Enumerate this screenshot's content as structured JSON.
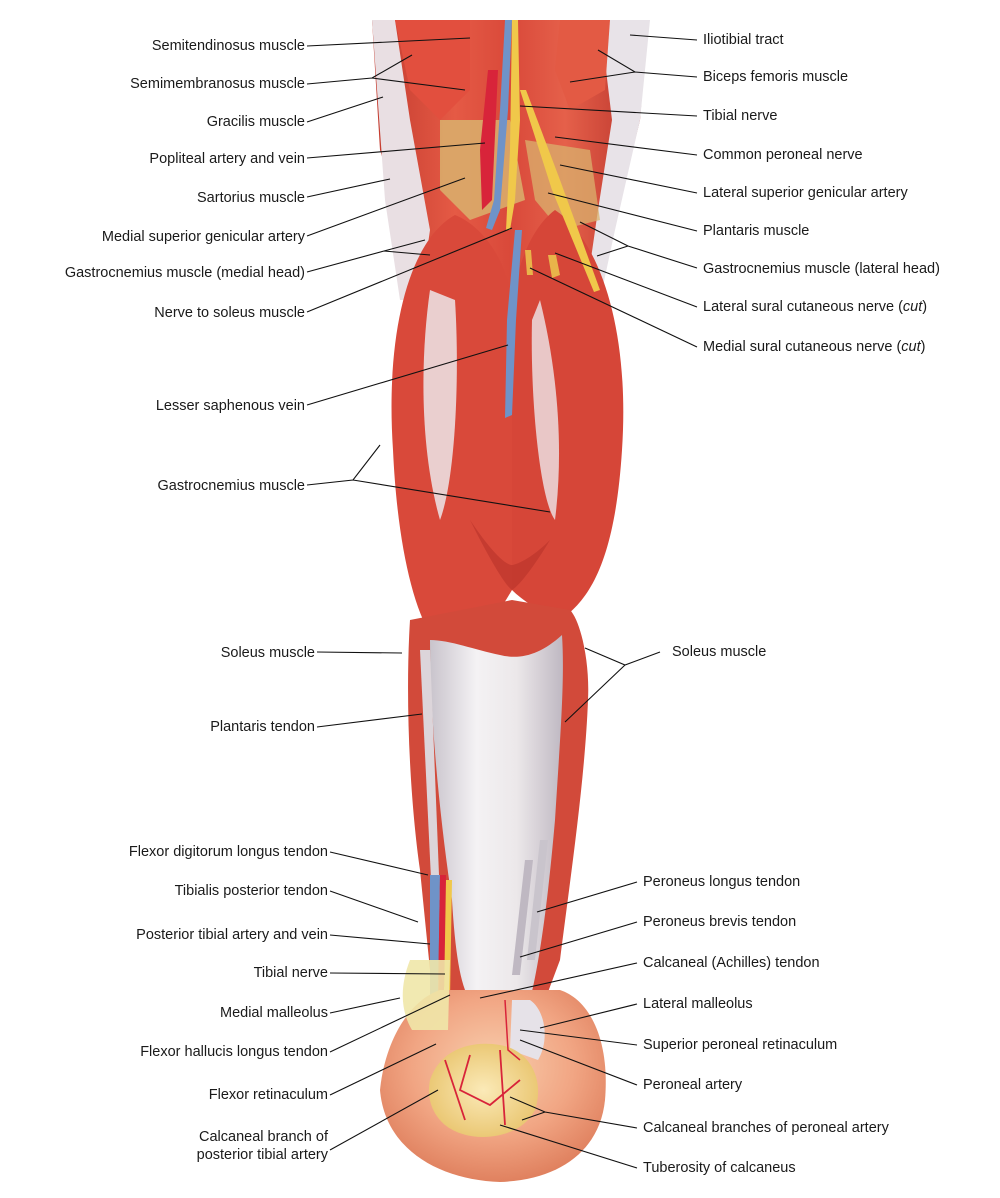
{
  "labels_left": [
    {
      "id": "semitendinosus",
      "text": "Semitendinosus muscle"
    },
    {
      "id": "semimembranosus",
      "text": "Semimembranosus muscle"
    },
    {
      "id": "gracilis",
      "text": "Gracilis muscle"
    },
    {
      "id": "popliteal",
      "text": "Popliteal artery and vein"
    },
    {
      "id": "sartorius",
      "text": "Sartorius muscle"
    },
    {
      "id": "med-sup-genicular",
      "text": "Medial superior genicular artery"
    },
    {
      "id": "gastro-medial",
      "text": "Gastrocnemius muscle (medial head)"
    },
    {
      "id": "nerve-soleus",
      "text": "Nerve to soleus muscle"
    },
    {
      "id": "lesser-saphenous",
      "text": "Lesser saphenous vein"
    },
    {
      "id": "gastrocnemius",
      "text": "Gastrocnemius muscle"
    },
    {
      "id": "soleus-left",
      "text": "Soleus muscle"
    },
    {
      "id": "plantaris-tendon",
      "text": "Plantaris tendon"
    },
    {
      "id": "fdl-tendon",
      "text": "Flexor digitorum longus tendon"
    },
    {
      "id": "tib-post-tendon",
      "text": "Tibialis posterior tendon"
    },
    {
      "id": "post-tibial-av",
      "text": "Posterior tibial artery and vein"
    },
    {
      "id": "tibial-nerve-low",
      "text": "Tibial nerve"
    },
    {
      "id": "med-malleolus",
      "text": "Medial malleolus"
    },
    {
      "id": "fhl-tendon",
      "text": "Flexor hallucis longus tendon"
    },
    {
      "id": "flexor-retinaculum",
      "text": "Flexor retinaculum"
    },
    {
      "id": "calc-branch-1",
      "text": "Calcaneal branch of"
    },
    {
      "id": "calc-branch-2",
      "text": "posterior tibial artery"
    }
  ],
  "labels_right": [
    {
      "id": "iliotibial",
      "text": "Iliotibial tract"
    },
    {
      "id": "biceps",
      "text": "Biceps femoris muscle"
    },
    {
      "id": "tibial-nerve-up",
      "text": "Tibial nerve"
    },
    {
      "id": "common-peroneal",
      "text": "Common peroneal nerve"
    },
    {
      "id": "lat-sup-genicular",
      "text": "Lateral superior genicular artery"
    },
    {
      "id": "plantaris",
      "text": "Plantaris muscle"
    },
    {
      "id": "gastro-lateral",
      "text": "Gastrocnemius muscle (lateral head)"
    },
    {
      "id": "lat-sural",
      "text": "Lateral sural cutaneous nerve (",
      "italic": "cut",
      "tail": ")"
    },
    {
      "id": "med-sural",
      "text": "Medial sural cutaneous nerve (",
      "italic": "cut",
      "tail": ")"
    },
    {
      "id": "soleus-right",
      "text": "Soleus muscle"
    },
    {
      "id": "peroneus-longus",
      "text": "Peroneus longus tendon"
    },
    {
      "id": "peroneus-brevis",
      "text": "Peroneus brevis tendon"
    },
    {
      "id": "achilles",
      "text": "Calcaneal (Achilles) tendon"
    },
    {
      "id": "lat-malleolus",
      "text": "Lateral malleolus"
    },
    {
      "id": "sup-peroneal-ret",
      "text": "Superior peroneal retinaculum"
    },
    {
      "id": "peroneal-artery",
      "text": "Peroneal artery"
    },
    {
      "id": "calc-branches-peroneal",
      "text": "Calcaneal branches of peroneal artery"
    },
    {
      "id": "tuberosity",
      "text": "Tuberosity of calcaneus"
    }
  ],
  "colors": {
    "muscle": "#d9493a",
    "muscle_dark": "#b8322a",
    "muscle_light": "#ec7a63",
    "tendon": "#ece8ea",
    "tendon_shade": "#c9c4cc",
    "vein": "#6f93c8",
    "artery": "#d8243a",
    "nerve": "#f0c84a",
    "bone": "#f3d996",
    "heel_tissue": "#f1a583",
    "leader": "#111111"
  }
}
